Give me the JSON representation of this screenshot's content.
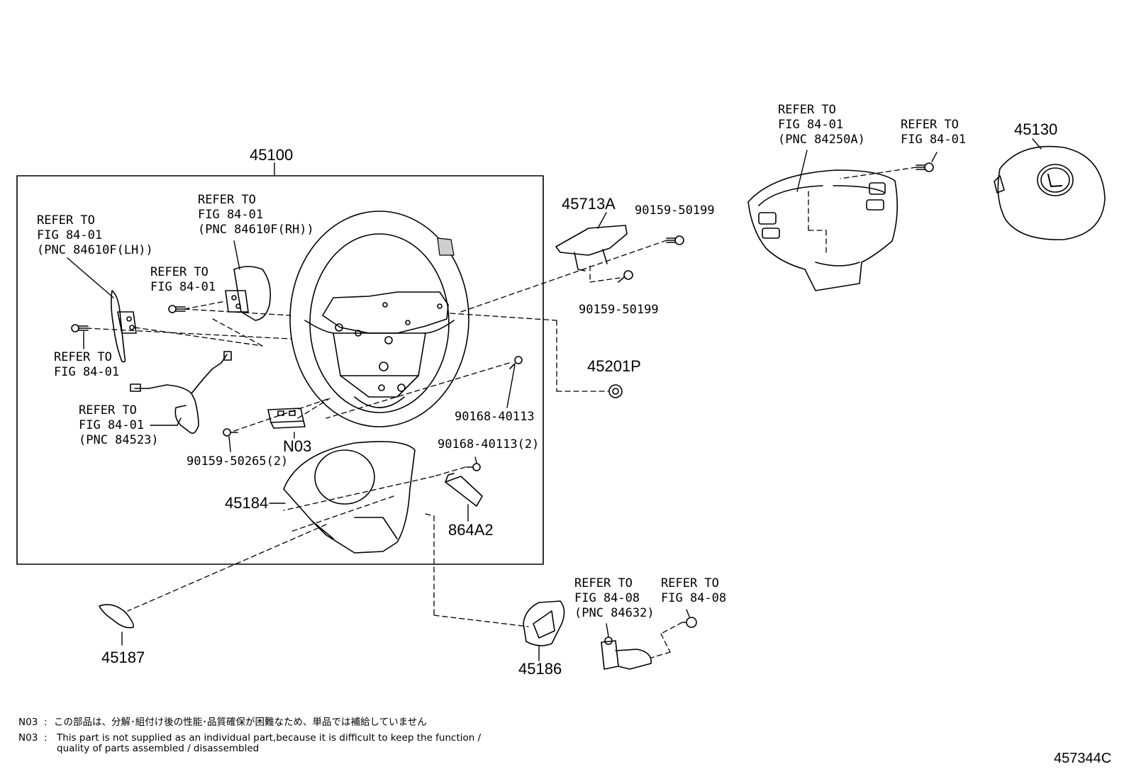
{
  "part_numbers": {
    "p45100": "45100",
    "p45713a": "45713A",
    "p45130": "45130",
    "p45201p": "45201P",
    "p45184": "45184",
    "p864a2": "864A2",
    "p45187": "45187",
    "p45186": "45186",
    "pn03": "N03"
  },
  "fastener_labels": {
    "f_90159_50199_a": "90159-50199",
    "f_90159_50199_b": "90159-50199",
    "f_90168_40113": "90168-40113",
    "f_90168_40113_2": "90168-40113(2)",
    "f_90159_50265_2": "90159-50265(2)"
  },
  "refer_blocks": {
    "lh_paddle": [
      "REFER TO",
      "FIG 84-01",
      "(PNC 84610F(LH))"
    ],
    "rh_paddle": [
      "REFER TO",
      "FIG 84-01",
      "(PNC 84610F(RH))"
    ],
    "bolt_upper": [
      "REFER TO",
      "FIG 84-01"
    ],
    "bolt_left": [
      "REFER TO",
      "FIG 84-01"
    ],
    "harness": [
      "REFER TO",
      "FIG 84-01",
      "(PNC 84523)"
    ],
    "switch_assy": [
      "REFER TO",
      "FIG 84-01",
      "(PNC 84250A)"
    ],
    "switch_bolt": [
      "REFER TO",
      "FIG 84-01"
    ],
    "lower_switch": [
      "REFER TO",
      "FIG 84-08",
      "(PNC 84632)"
    ],
    "lower_bolt": [
      "REFER TO",
      "FIG 84-08"
    ]
  },
  "notes": {
    "n03_jp_code": "N03",
    "n03_jp_text": "この部品は、分解･組付け後の性能･品質確保が困難なため、単品では補給していません",
    "n03_en_code": "N03",
    "n03_en_line1": "This part is not supplied as an individual part,because it is difficult to keep the function /",
    "n03_en_line2": "quality of parts assembled / disassembled",
    "separator": ":"
  },
  "figure_id": "457344C"
}
